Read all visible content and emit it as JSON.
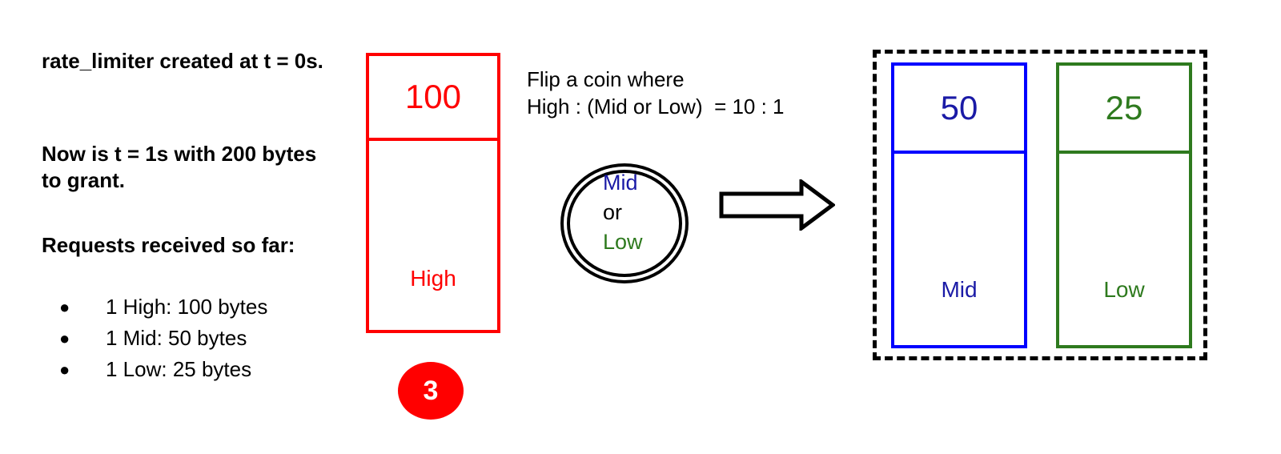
{
  "intro": {
    "created": "rate_limiter created at t = 0s.",
    "now": "Now is t = 1s with 200 bytes to grant.",
    "requests_heading": "Requests received so far:"
  },
  "requests": [
    {
      "bullet": "●",
      "text": "1 High: 100 bytes"
    },
    {
      "bullet": "●",
      "text": "1 Mid: 50 bytes"
    },
    {
      "bullet": "●",
      "text": "1 Low: 25 bytes"
    }
  ],
  "high_bucket": {
    "value": "100",
    "label": "High",
    "color": "#ff0000"
  },
  "step_badge": "3",
  "caption": {
    "line1": "Flip a coin where",
    "line2": "High : (Mid or Low)  = 10 : 1"
  },
  "coin": {
    "line1": "Mid",
    "line2": "or",
    "line3": "Low"
  },
  "arrow_icon": "right-arrow-icon",
  "mid_bucket": {
    "value": "50",
    "label": "Mid",
    "color": "#0000ff"
  },
  "low_bucket": {
    "value": "25",
    "label": "Low",
    "color": "#2e7a1e"
  }
}
